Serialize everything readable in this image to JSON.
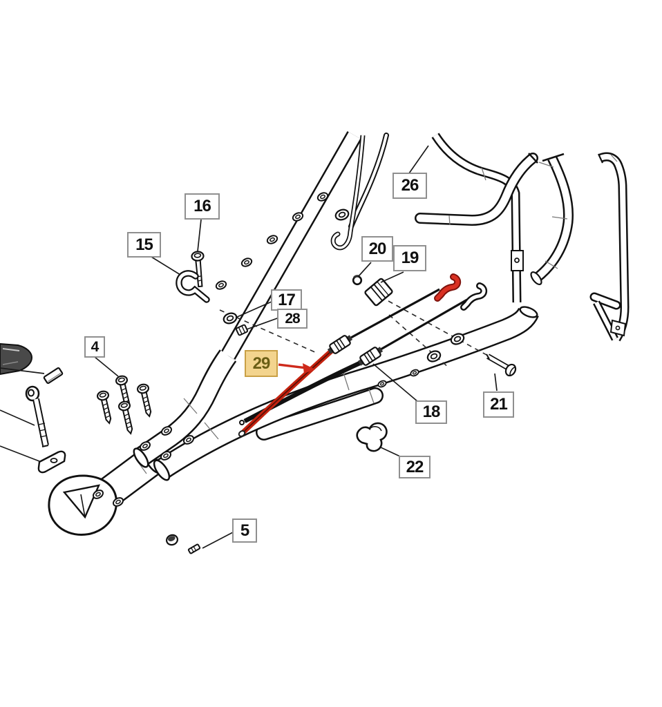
{
  "diagram": {
    "kind": "exploded-parts-diagram",
    "subject": "mower handle assembly with control cables"
  },
  "parts": [
    {
      "num": "4",
      "points_to": "handle-screws"
    },
    {
      "num": "5",
      "points_to": "small-screw-and-nut"
    },
    {
      "num": "15",
      "points_to": "cable-guide-hook"
    },
    {
      "num": "16",
      "points_to": "bolt"
    },
    {
      "num": "17",
      "points_to": "washer"
    },
    {
      "num": "18",
      "points_to": "cable-adjuster-barrel"
    },
    {
      "num": "19",
      "points_to": "cable-clamp-block"
    },
    {
      "num": "20",
      "points_to": "cap-nut"
    },
    {
      "num": "21",
      "points_to": "bolt"
    },
    {
      "num": "22",
      "points_to": "cable-clip"
    },
    {
      "num": "26",
      "points_to": "upper-handle-tube"
    },
    {
      "num": "28",
      "points_to": "nut"
    },
    {
      "num": "29",
      "points_to": "highlighted-red-cable",
      "highlighted": true
    }
  ],
  "highlight": {
    "part": "29",
    "box_bg": "#F3D48E",
    "box_border": "#C9A045",
    "text_color": "#6B5E15",
    "arrow_color": "#CE2A1C"
  },
  "colors": {
    "line": "#1A1A1A",
    "label_bg": "#FFFFFF",
    "label_border": "#8F8F8F",
    "cable_red": "#C4220F"
  }
}
